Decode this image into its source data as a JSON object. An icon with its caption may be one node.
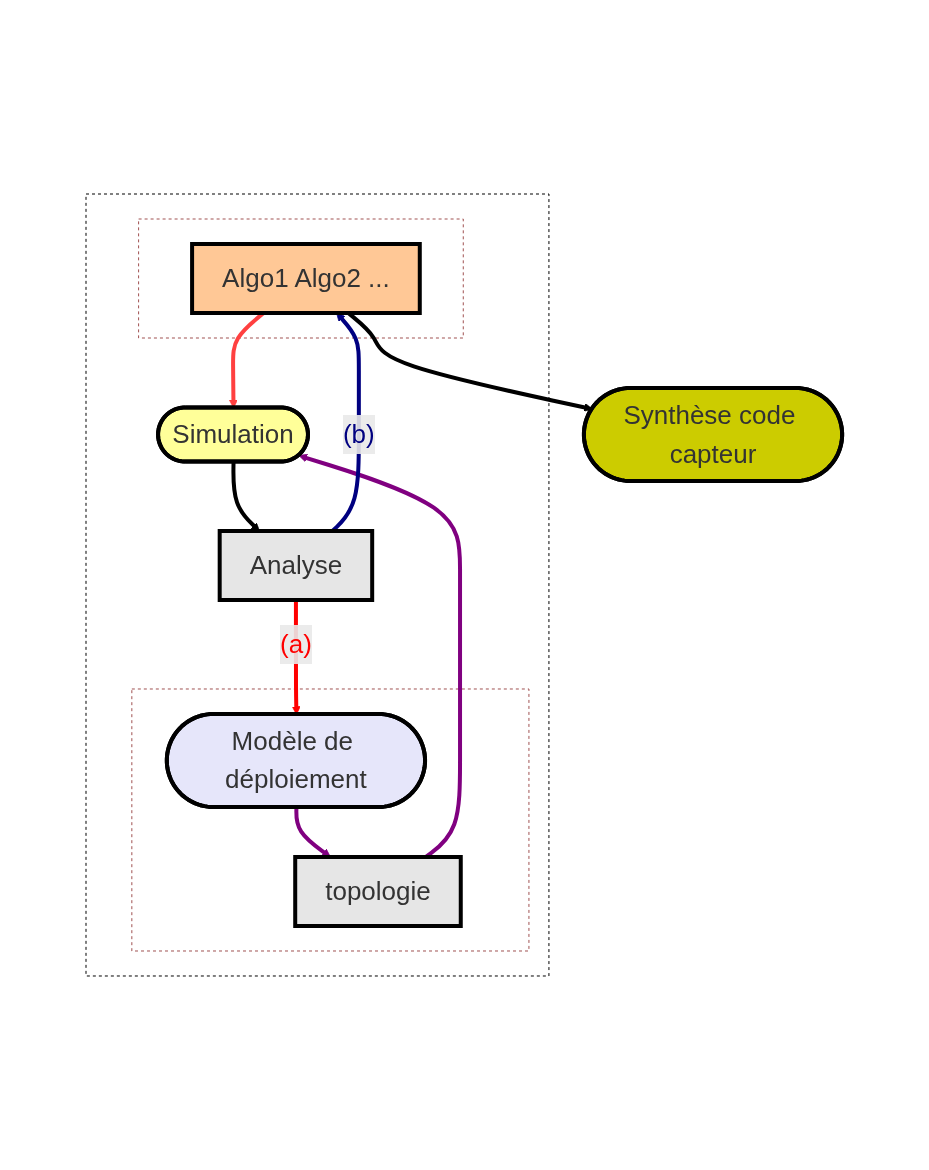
{
  "diagram": {
    "nodes": [
      {
        "text": [],
        "shape": "box"
      },
      {
        "text": [],
        "shape": "box",
        "in": 0
      },
      {
        "text": [
          "Algo1 Algo2 ..."
        ],
        "in": 1
      },
      {
        "text": [],
        "shape": "box",
        "in": 0
      },
      {
        "text": [
          "Modèle de déploiement"
        ],
        "in": 3
      },
      {
        "text": [
          "topologie"
        ],
        "in": 3
      },
      {
        "text": [
          "Simulation"
        ],
        "in": 0
      },
      {
        "text": [
          "Analyse"
        ],
        "in": 0
      },
      {
        "text": [
          "Synthèse code capteur"
        ]
      }
    ],
    "edges": [
      {
        "from": 4,
        "to": 5,
        "arrow": "to",
        "color": "#800080"
      },
      {
        "from": 5,
        "to": 6,
        "arrow": "to",
        "color": "#800080"
      },
      {
        "from": 2,
        "to": 6,
        "arrow": "to",
        "color": "#ff4040"
      },
      {
        "from": 2,
        "to": 8,
        "arrow": "to",
        "color": "#000000"
      },
      {
        "from": 6,
        "to": 7,
        "arrow": "to",
        "color": "#000000"
      },
      {
        "from": 7,
        "to": 4,
        "arrow": "to",
        "label": "(a)",
        "color": "#ff0000"
      },
      {
        "from": 7,
        "to": 2,
        "arrow": "to",
        "label": "(b)",
        "color": "#000080"
      }
    ]
  }
}
